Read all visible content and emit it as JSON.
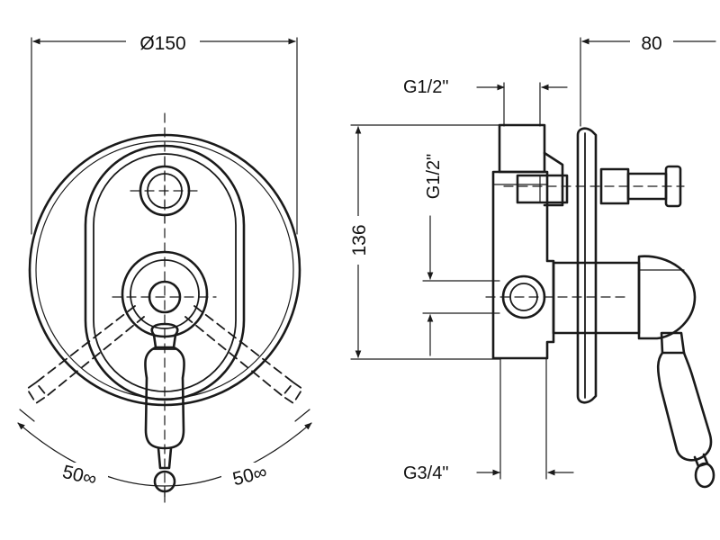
{
  "dimensions": {
    "front_diameter": "Ø150",
    "side_depth": "80",
    "side_height": "136",
    "inlet_top": "G1/2\"",
    "inlet_side": "G1/2\"",
    "outlet_bottom": "G3/4\"",
    "angle_left": "50∞",
    "angle_right": "50∞"
  }
}
